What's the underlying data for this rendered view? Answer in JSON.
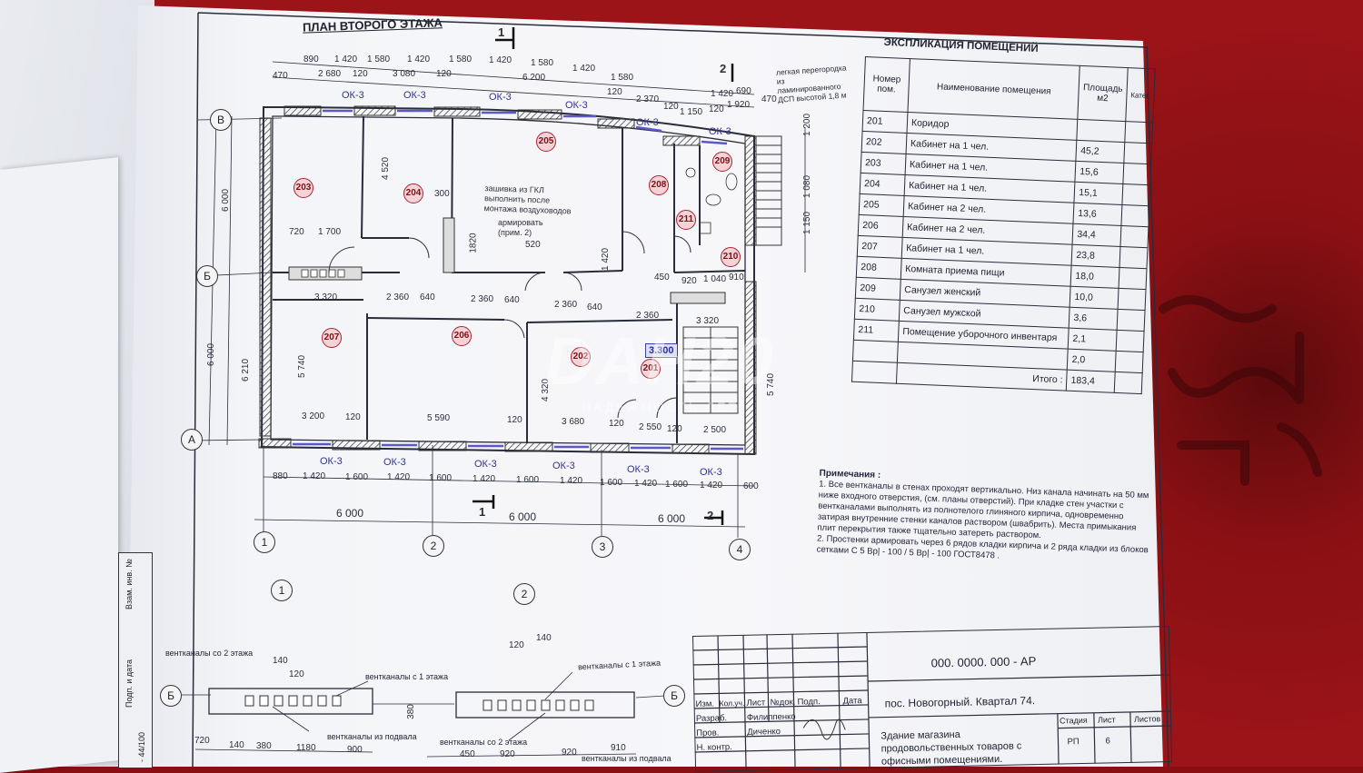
{
  "sheet": {
    "title": "ПЛАН ВТОРОГО ЭТАЖА",
    "section_marks": [
      "1",
      "2"
    ],
    "level_mark": "3.300",
    "watermark": "DAH20",
    "watermark_sub": "НАДЕЖНОСТЬ ЛЕТ"
  },
  "plan": {
    "axes_letters": [
      "В",
      "Б",
      "А"
    ],
    "axes_numbers": [
      "1",
      "2",
      "3",
      "4"
    ],
    "top_dims_row1": [
      "890",
      "1 420",
      "1 580",
      "1 420",
      "1 580",
      "1 420",
      "1 580",
      "1 420",
      "1 580",
      "1 420",
      "690"
    ],
    "top_dims_row2": [
      "470",
      "2 680",
      "120",
      "3 080",
      "120",
      "6 200",
      "120",
      "2 370",
      "120",
      "1 150",
      "120",
      "1 920",
      "470"
    ],
    "bottom_dims_row1": [
      "880",
      "1 420",
      "1 600",
      "1 420",
      "1 600",
      "1 420",
      "1 600",
      "1 420",
      "1 600",
      "1 420",
      "1 600",
      "1 420",
      "600"
    ],
    "bottom_dims_row2": [
      "6 000",
      "6 000",
      "6 000"
    ],
    "left_dims": [
      "6 000",
      "6 000",
      "6 210",
      "5 740",
      "5 740"
    ],
    "inner_dims": [
      "720",
      "1 700",
      "3 320",
      "2 360",
      "640",
      "2 360",
      "640",
      "2 360",
      "640",
      "2 360",
      "3 320",
      "3 200",
      "120",
      "5 590",
      "120",
      "3 680",
      "120",
      "2 550",
      "120",
      "2 500",
      "450",
      "920",
      "1 040",
      "910",
      "4 520",
      "300",
      "1820",
      "520",
      "4 320",
      "1 420",
      "1 200",
      "1 080",
      "1 150"
    ],
    "windows": [
      "ОК-3",
      "ОК-3",
      "ОК-3",
      "ОК-3",
      "ОК-3",
      "ОК-3",
      "ОК-3",
      "ОК-3",
      "ОК-3",
      "ОК-3",
      "ОК-3",
      "ОК-3"
    ],
    "rooms": [
      "201",
      "202",
      "203",
      "204",
      "205",
      "206",
      "207",
      "208",
      "209",
      "210",
      "211"
    ],
    "callouts": {
      "gkl": "зашивка из ГКЛ выполнить после монтажа воздуховодов",
      "armir": "армировать (прим. 2)",
      "partition": "легкая перегородка из ламинированного ДСП высотой 1,8 м"
    }
  },
  "explication": {
    "title": "ЭКСПЛИКАЦИЯ ПОМЕЩЕНИЙ",
    "headers": {
      "num": "Номер пом.",
      "name": "Наименование помещения",
      "area": "Площадь м2",
      "cat": "Катег."
    },
    "rows": [
      {
        "num": "201",
        "name": "Коридор",
        "area": ""
      },
      {
        "num": "202",
        "name": "Кабинет на 1 чел.",
        "area": "45,2"
      },
      {
        "num": "203",
        "name": "Кабинет на 1 чел.",
        "area": "15,6"
      },
      {
        "num": "204",
        "name": "Кабинет на 1 чел.",
        "area": "15,1"
      },
      {
        "num": "205",
        "name": "Кабинет на 2 чел.",
        "area": "13,6"
      },
      {
        "num": "206",
        "name": "Кабинет на 2 чел.",
        "area": "34,4"
      },
      {
        "num": "207",
        "name": "Кабинет на 1 чел.",
        "area": "23,8"
      },
      {
        "num": "208",
        "name": "Комната приема пищи",
        "area": "18,0"
      },
      {
        "num": "209",
        "name": "Санузел женский",
        "area": "10,0"
      },
      {
        "num": "210",
        "name": "Санузел мужской",
        "area": "3,6"
      },
      {
        "num": "211",
        "name": "Помещение уборочного инвентаря",
        "area": "2,1"
      },
      {
        "num": "",
        "name": "",
        "area": "2,0"
      }
    ],
    "total_label": "Итого :",
    "total_value": "183,4"
  },
  "notes": {
    "title": "Примечания :",
    "items": [
      "1. Все вентканалы в стенах проходят вертикально. Низ канала начинать на 50 мм ниже входного отверстия, (см. планы отверстий). При кладке стен участки с вентканалами выполнять из полнотелого глиняного кирпича, одновременно затирая внутренние стенки каналов раствором (швабрить). Места примыкания плит перекрытия также тщательно затереть раствором.",
      "2. Простенки армировать через 6 рядов кладки кирпича и 2 ряда кладки из блоков сетками С 5 Вр| - 100 / 5 Вр| - 100  ГОСТ8478 ."
    ]
  },
  "details": {
    "node1": "1",
    "node2": "2",
    "labels": [
      "вентканалы со 2 этажа",
      "вентканалы с 1 этажа",
      "вентканалы из подвала",
      "вентканалы с 1 этажа",
      "вентканалы со 2 этажа",
      "вентканалы из подвала"
    ],
    "dims_left": [
      "720",
      "140",
      "380",
      "1180",
      "900",
      "140",
      "120",
      "380"
    ],
    "dims_right": [
      "450",
      "920",
      "920",
      "910",
      "120",
      "140"
    ],
    "axis_marks": [
      "Б",
      "Б"
    ]
  },
  "stamp": {
    "code": "000. 0000. 000 - АР",
    "address": "пос. Новогорный. Квартал 74.",
    "building": "Здание магазина продовольственных товаров с офисными помещениями.",
    "cols": [
      "Изм.",
      "Кол.уч.",
      "Лист",
      "№док.",
      "Подп.",
      "Дата"
    ],
    "roles": [
      {
        "role": "Разраб.",
        "name": "Филиппенко"
      },
      {
        "role": "Пров.",
        "name": "Диченко"
      },
      {
        "role": "Н. контр.",
        "name": ""
      }
    ],
    "stage_headers": [
      "Стадия",
      "Лист",
      "Листов"
    ],
    "stage_values": [
      "РП",
      "6",
      ""
    ],
    "side": [
      "Взам. инв. №",
      "Подп. и дата",
      "- 44/100"
    ]
  }
}
